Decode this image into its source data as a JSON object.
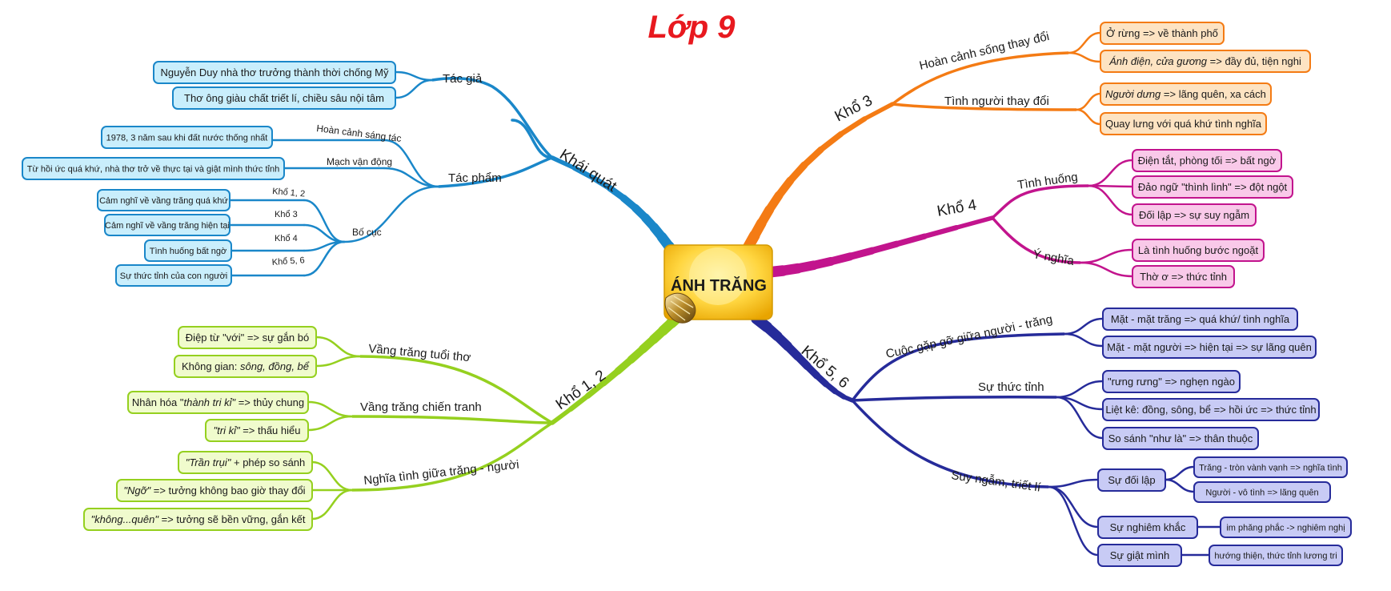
{
  "title": "Lớp 9",
  "center": "ÁNH TRĂNG",
  "colors": {
    "blue": "#1a87c9",
    "blue_fill": "#c9eefc",
    "green": "#95d01f",
    "green_fill": "#f0fbcd",
    "orange": "#f47b14",
    "orange_fill": "#fde3c2",
    "magenta": "#c2148d",
    "magenta_fill": "#f9c9e9",
    "navy": "#262b9a",
    "navy_fill": "#c8cbf5"
  },
  "branches": {
    "khai_quat": {
      "label": "Khái quát",
      "tac_gia": {
        "label": "Tác giả",
        "items": [
          "Nguyễn Duy nhà thơ trưởng thành thời chống Mỹ",
          "Thơ ông giàu chất triết lí, chiều sâu nội tâm"
        ]
      },
      "tac_pham": {
        "label": "Tác phẩm",
        "hoan_canh": {
          "label": "Hoàn cảnh sáng tác",
          "item": "1978, 3 năm sau khi đất nước thống nhất"
        },
        "mach": {
          "label": "Mạch vận động",
          "item": "Từ hồi ức quá khứ, nhà thơ trở về thực tại và giật mình thức tỉnh"
        },
        "bo_cuc": {
          "label": "Bố cục",
          "parts": [
            {
              "label": "Khổ 1, 2",
              "item": "Cảm nghĩ về vầng trăng quá khứ"
            },
            {
              "label": "Khổ 3",
              "item": "Cảm nghĩ về vầng trăng hiện tại"
            },
            {
              "label": "Khổ 4",
              "item": "Tình huống bất ngờ"
            },
            {
              "label": "Khổ 5, 6",
              "item": "Sự thức tỉnh của con người"
            }
          ]
        }
      }
    },
    "kho12": {
      "label": "Khổ 1, 2",
      "vang_trang_tuoi_tho": {
        "label": "Vầng trăng tuổi thơ",
        "items": [
          {
            "a": "Điệp từ \"với\" => sự gắn bó"
          },
          {
            "a": "Không gian: ",
            "b": "sông, đồng, bể"
          }
        ]
      },
      "vang_trang_chien_tranh": {
        "label": "Vầng trăng chiến tranh",
        "items": [
          {
            "a": "Nhân hóa \"",
            "b": "thành tri kỉ\"",
            "c": " => thủy chung"
          },
          {
            "b": "\"tri kỉ\"",
            "c": " => thấu hiểu"
          }
        ]
      },
      "nghia_tinh": {
        "label": "Nghĩa tình giữa trăng - người",
        "items": [
          {
            "b": "\"Trần trụi\"",
            "c": " + phép so sánh"
          },
          {
            "b": "\"Ngỡ\"",
            "c": " => tưởng không bao giờ thay đổi"
          },
          {
            "b": "\"không...quên\"",
            "c": " => tưởng sẽ bền vững, gắn kết"
          }
        ]
      }
    },
    "kho3": {
      "label": "Khổ 3",
      "hoan_canh": {
        "label": "Hoàn cảnh sống thay đổi",
        "items": [
          {
            "a": "Ở rừng => về thành phố"
          },
          {
            "b": "Ánh điện, cửa gương",
            "c": " => đầy đủ, tiện nghi"
          }
        ]
      },
      "tinh_nguoi": {
        "label": "Tình người thay đổi",
        "items": [
          {
            "b": "Người dưng",
            "c": " => lãng quên, xa cách"
          },
          {
            "a": "Quay lưng với quá khứ tình nghĩa"
          }
        ]
      }
    },
    "kho4": {
      "label": "Khổ 4",
      "tinh_huong": {
        "label": "Tình huống",
        "items": [
          "Điện tắt, phòng tối => bất ngờ",
          "Đảo ngữ \"thình lình\" => đột ngột",
          "Đối lập => sự suy ngẫm"
        ]
      },
      "y_nghia": {
        "label": "Ý nghĩa",
        "items": [
          "Là tình huống bước ngoặt",
          "Thờ ơ => thức tỉnh"
        ]
      }
    },
    "kho56": {
      "label": "Khổ 5, 6",
      "cuoc_gap_go": {
        "label": "Cuộc gặp gỡ giữa người - trăng",
        "items": [
          "Mặt - mặt trăng => quá khứ/ tình nghĩa",
          "Mặt - mặt người => hiện tại => sự lãng quên"
        ]
      },
      "su_thuc_tinh": {
        "label": "Sự thức tỉnh",
        "items": [
          "\"rưng rưng\" => nghẹn ngào",
          "Liệt kê: đồng, sông, bể => hồi ức => thức tỉnh",
          "So sánh \"như là\" => thân thuộc"
        ]
      },
      "suy_ngam": {
        "label": "Suy ngẫm, triết lí",
        "doi_lap": {
          "label": "Sự đối lập",
          "items": [
            "Trăng - tròn vành vạnh => nghĩa tình",
            "Người - vô tình => lãng quên"
          ]
        },
        "nghiem_khac": {
          "label": "Sự nghiêm khắc",
          "item": "im phăng phắc -> nghiêm nghị"
        },
        "giat_minh": {
          "label": "Sự giật mình",
          "item": "hướng thiện, thức tỉnh lương tri"
        }
      }
    }
  }
}
